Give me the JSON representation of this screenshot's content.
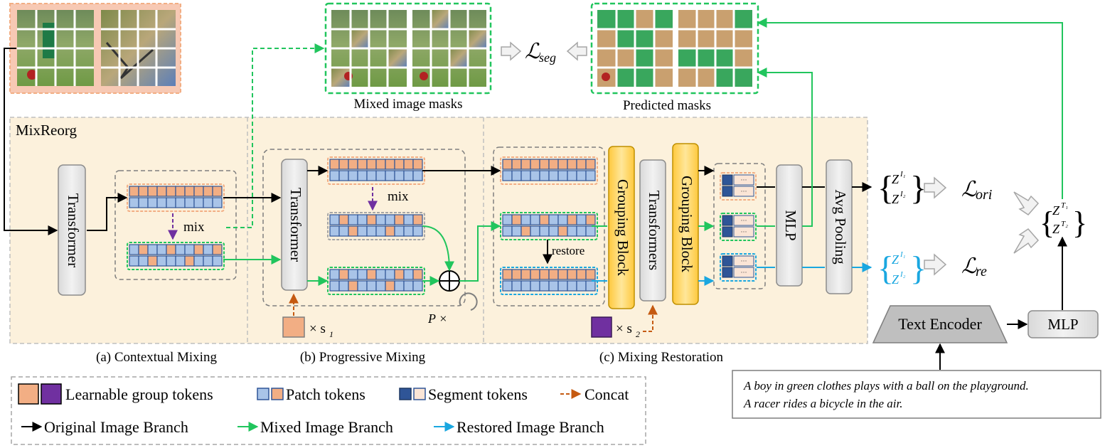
{
  "colors": {
    "orange_token": "#F2AE84",
    "purple_token": "#7030A0",
    "patch_blue": "#A9C4E8",
    "segment_blue": "#2F5597",
    "original_branch": "#000000",
    "mixed_branch": "#21C55D",
    "restored_branch": "#1AA7E0",
    "concat": "#C55A11",
    "panel_bg": "#FCF1DC",
    "grouping_block": "#FFD86B",
    "gray_block": "#E4E4E4"
  },
  "top": {
    "mixed_image_masks_caption": "Mixed image masks",
    "predicted_masks_caption": "Predicted masks",
    "loss_seg": "ℒ",
    "loss_seg_sub": "seg"
  },
  "panel": {
    "title": "MixReorg",
    "sections": {
      "a": "(a) Contextual Mixing",
      "b": "(b) Progressive Mixing",
      "c": "(c) Mixing Restoration"
    },
    "blocks": {
      "transformer_a": "Transformer",
      "transformer_b": "Transformer",
      "grouping_block_1": "Grouping Block",
      "transformers_c": "Transformers",
      "grouping_block_2": "Grouping Block",
      "mlp": "MLP",
      "avg_pooling": "Avg Pooling"
    },
    "labels": {
      "mix_a": "mix",
      "mix_b": "mix",
      "restore": "restore",
      "s1_mult": "× s",
      "s1_sub": "1",
      "s2_mult": "× s",
      "s2_sub": "2",
      "repeat": "P ×"
    }
  },
  "right": {
    "loss_ori": "ℒ",
    "loss_ori_sub": "ori",
    "loss_re": "ℒ",
    "loss_re_sub": "re",
    "text_encoder": "Text Encoder",
    "mlp": "MLP",
    "z": "Z",
    "z_i1_sup": "I₁",
    "z_i2_sup": "I₂",
    "z_t1_sup": "T₁",
    "z_t2_sup": "T₂",
    "caption_line1": "A boy in green clothes plays with a ball on the playground.",
    "caption_line2": "A racer rides a bicycle in the air."
  },
  "legend": {
    "learnable": "Learnable group tokens",
    "patch": "Patch tokens",
    "segment": "Segment tokens",
    "concat": "Concat",
    "original": "Original Image Branch",
    "mixed": "Mixed Image Branch",
    "restored": "Restored Image Branch"
  }
}
